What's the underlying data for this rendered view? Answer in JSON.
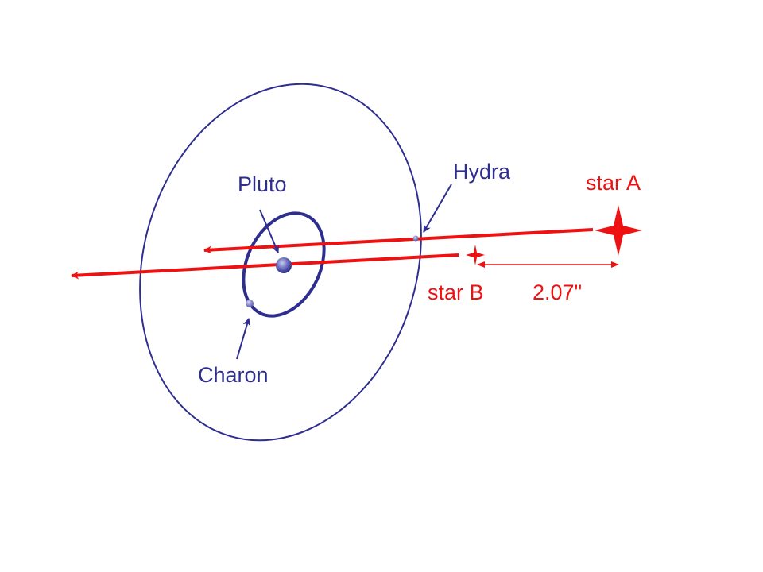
{
  "labels": {
    "pluto": "Pluto",
    "charon": "Charon",
    "hydra": "Hydra",
    "star_a": "star A",
    "star_b": "star B",
    "separation": "2.07\""
  },
  "colors": {
    "orbit_blue": "#2e2e8f",
    "path_red": "#ee1111",
    "background": "#ffffff"
  }
}
